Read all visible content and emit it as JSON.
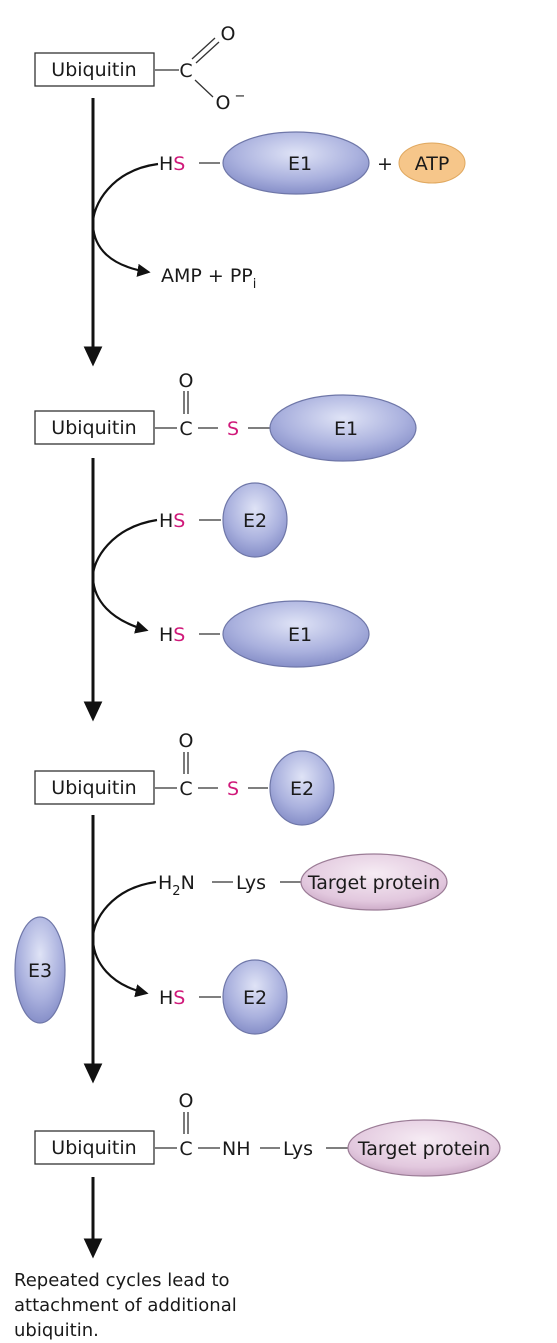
{
  "ubiquitin": "Ubiquitin",
  "atom_c": "C",
  "atom_o": "O",
  "atom_o_minus": "O",
  "minus": "−",
  "atom_s": "S",
  "atom_h": "H",
  "lys": "Lys",
  "nh": "NH",
  "h2n_h": "H",
  "h2n_sub": "2",
  "h2n_n": "N",
  "enzymes": {
    "e1": "E1",
    "e2": "E2",
    "e3": "E3"
  },
  "atp": "ATP",
  "plus": "+",
  "amp_ppi": "AMP + PP",
  "amp_ppi_sub": "i",
  "target_protein": "Target protein",
  "caption": "Repeated cycles lead to attachment of additional ubiquitin.",
  "colors": {
    "enzyme_fill": "#a9b0db",
    "enzyme_stroke": "#6f77a8",
    "atp_fill": "#f6c68a",
    "target_fill": "#e6cfe2",
    "target_stroke": "#9b7c96",
    "sulfur": "#d0197a"
  }
}
